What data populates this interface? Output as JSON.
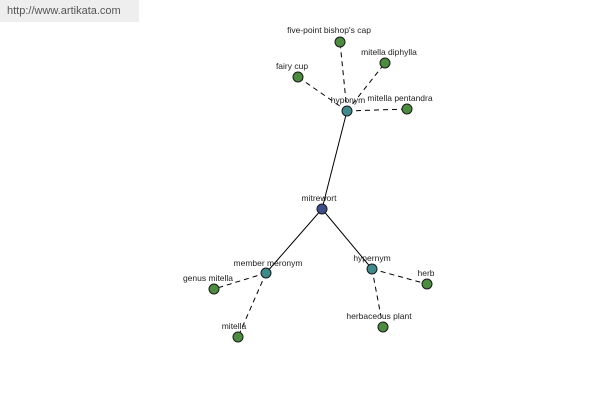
{
  "header": {
    "source_link_text": "http://www.artikata.com"
  },
  "colors": {
    "root_node": "#3d4e8a",
    "relation_node": "#3f8a8a",
    "term_node": "#4c8c3f"
  },
  "graph": {
    "root": "mitrewort",
    "relations": [
      {
        "id": "hyponym",
        "label": "hyponym",
        "terms": [
          "five-point bishop's cap",
          "mitella diphylla",
          "fairy cup",
          "mitella pentandra"
        ]
      },
      {
        "id": "member-meronym",
        "label": "member meronym",
        "terms": [
          "genus mitella",
          "mitella"
        ]
      },
      {
        "id": "hypernym",
        "label": "hypernym",
        "terms": [
          "herb",
          "herbaceous plant"
        ]
      }
    ]
  }
}
